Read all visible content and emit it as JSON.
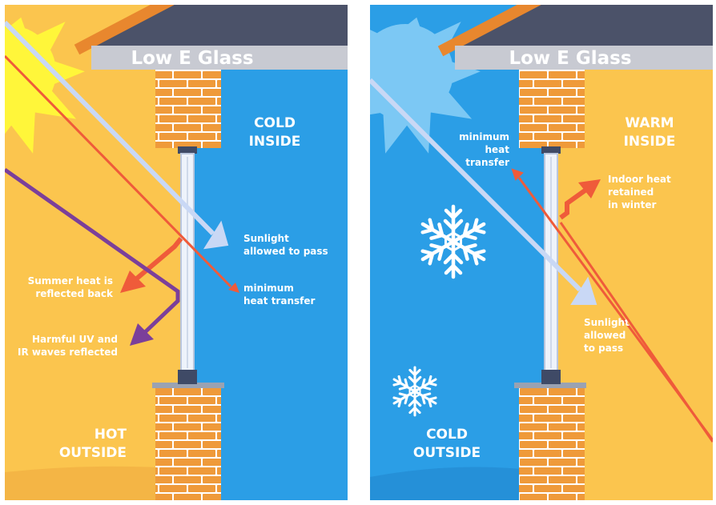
{
  "colors": {
    "warm_bg": "#fbc54e",
    "cold_bg": "#2b9ee6",
    "roof": "#4b5269",
    "gutter": "#c8cad2",
    "brick": "#ef9a3a",
    "mortar": "#ffffff",
    "sunlight_arrow": "#c9d8f5",
    "heat_arrow": "#ef5b3a",
    "uv_arrow": "#7b3f9a",
    "sun": "#fff63a",
    "winter_sun": "#7cc8f4"
  },
  "left_panel": {
    "title": "Low E Glass",
    "inside_label": [
      "COLD",
      "INSIDE"
    ],
    "outside_label": [
      "HOT",
      "OUTSIDE"
    ],
    "notes": {
      "sunlight": [
        "Sunlight",
        "allowed to pass"
      ],
      "min_heat": [
        "minimum",
        "heat transfer"
      ],
      "summer_heat": [
        "Summer heat is",
        "reflected back"
      ],
      "uv": [
        "Harmful UV and",
        "IR waves reflected"
      ]
    }
  },
  "right_panel": {
    "title": "Low E Glass",
    "inside_label": [
      "WARM",
      "INSIDE"
    ],
    "outside_label": [
      "COLD",
      "OUTSIDE"
    ],
    "notes": {
      "min_heat": [
        "minimum",
        "heat",
        "transfer"
      ],
      "indoor_heat": [
        "Indoor heat",
        "retained",
        "in winter"
      ],
      "sunlight": [
        "Sunlight",
        "allowed",
        "to pass"
      ]
    }
  },
  "icons": [
    "sun-icon",
    "winter-sun-icon",
    "snowflake-icon"
  ]
}
